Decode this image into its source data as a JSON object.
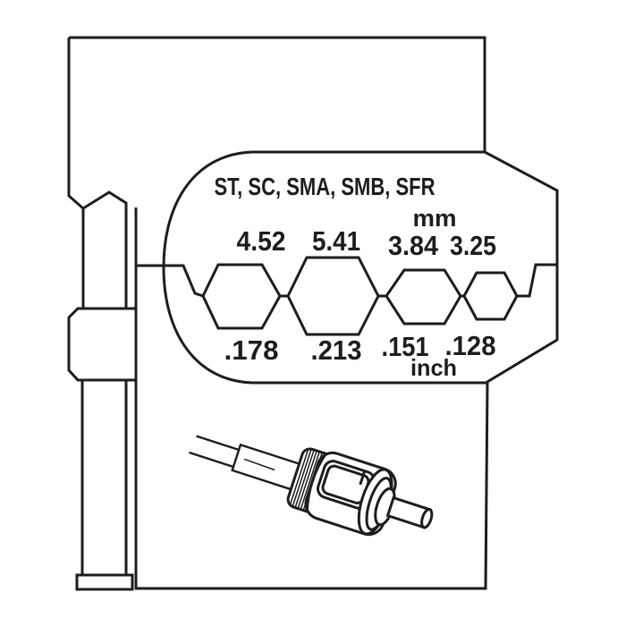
{
  "diagram": {
    "connector_series_label": "ST, SC, SMA, SMB, SFR",
    "unit_top_label": "mm",
    "unit_bottom_label": "inch",
    "dies": [
      {
        "mm": "4.52",
        "inch": ".178"
      },
      {
        "mm": "5.41",
        "inch": ".213"
      },
      {
        "mm": "3.84",
        "inch": ".151"
      },
      {
        "mm": "3.25",
        "inch": ".128"
      }
    ],
    "colors": {
      "line": "#1d1d1b",
      "background": "#ffffff"
    }
  }
}
